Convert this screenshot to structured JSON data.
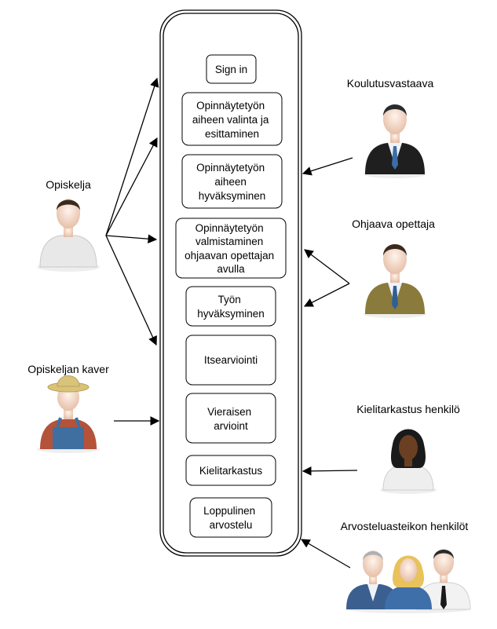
{
  "use_cases": [
    {
      "lines": [
        "Sign in"
      ]
    },
    {
      "lines": [
        "Opinnäytetyön",
        "aiheen valinta ja",
        "esittaminen"
      ]
    },
    {
      "lines": [
        "Opinnäytetyön",
        "aiheen",
        "hyväksyminen"
      ]
    },
    {
      "lines": [
        "Opinnäytetyön",
        "valmistaminen",
        "ohjaavan opettajan",
        "avulla"
      ]
    },
    {
      "lines": [
        "Työn",
        "hyväksyminen"
      ]
    },
    {
      "lines": [
        "Itsearviointi"
      ]
    },
    {
      "lines": [
        "Vieraisen",
        "arvioint"
      ]
    },
    {
      "lines": [
        "Kielitarkastus"
      ]
    },
    {
      "lines": [
        "Loppulinen",
        "arvostelu"
      ]
    }
  ],
  "actors": {
    "opiskelija": {
      "label": "Opiskelja",
      "icon": "student-icon"
    },
    "kaveri": {
      "label": "Opiskeljan kaver",
      "icon": "farmer-icon"
    },
    "koulutusvastaava": {
      "label": "Koulutusvastaava",
      "icon": "businessman-icon"
    },
    "ohjaava": {
      "label": "Ohjaava opettaja",
      "icon": "teacher-icon"
    },
    "kielitarkastus": {
      "label": "Kielitarkastus henkilö",
      "icon": "woman-icon"
    },
    "arvosteluasteikko": {
      "label": "Arvosteluasteikon henkilöt",
      "icon": "group-icon"
    }
  },
  "colors": {
    "line": "#000000",
    "skin": "#f3d9c9",
    "hair_dark": "#2b2b2b",
    "suit_dark": "#1f1f1f",
    "suit_olive": "#8a7a3c",
    "suit_blue": "#3b5f8f",
    "tshirt": "#e8e8e8",
    "overalls": "#3f6fa0",
    "hat": "#d9c27a",
    "woman_skin": "#6b3f22"
  }
}
